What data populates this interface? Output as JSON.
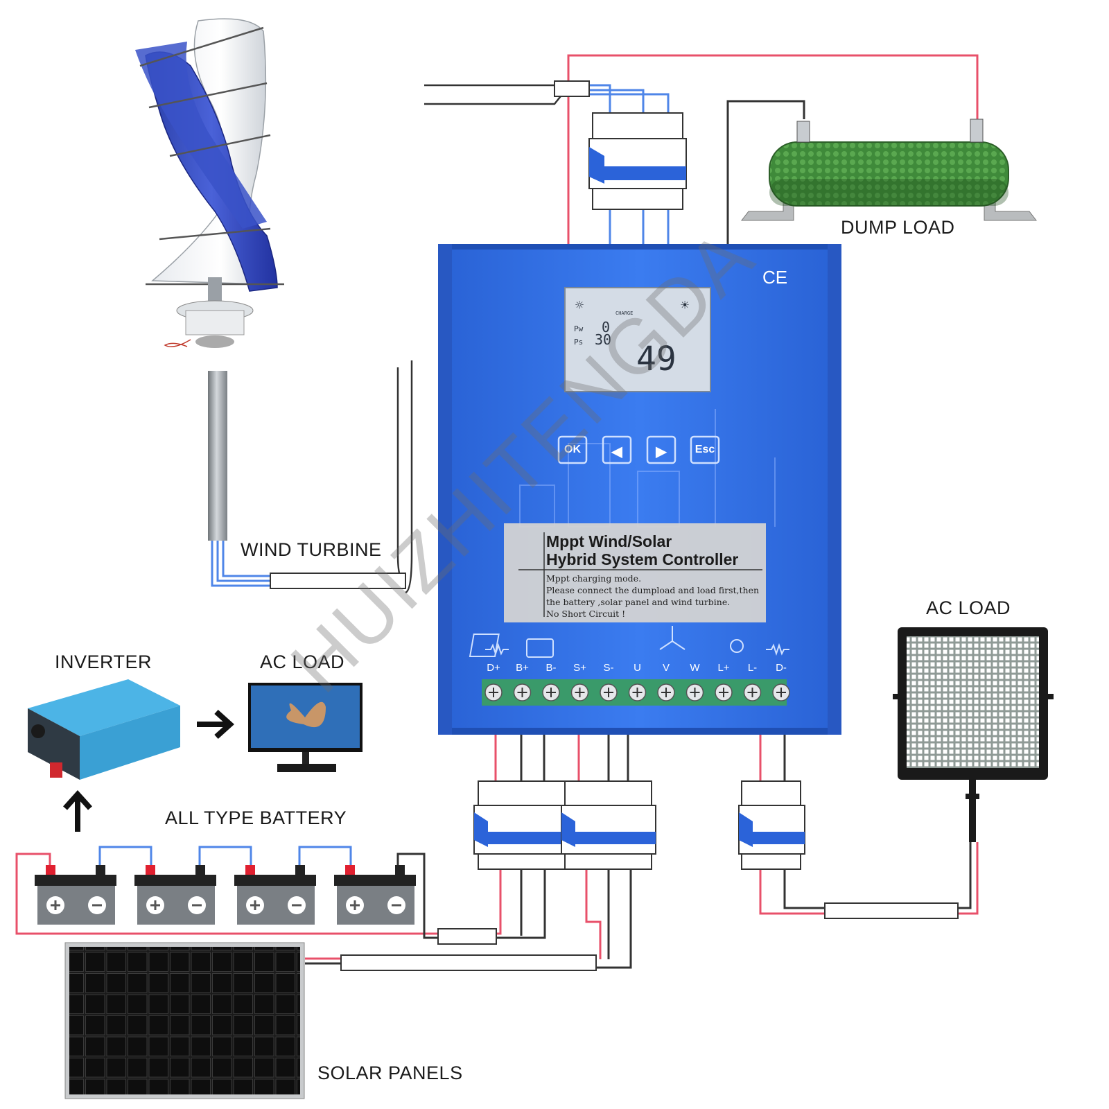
{
  "labels": {
    "wind_turbine": "WIND TURBINE",
    "dump_load": "DUMP LOAD",
    "inverter": "INVERTER",
    "ac_load_left": "AC LOAD",
    "ac_load_right": "AC LOAD",
    "battery": "ALL TYPE BATTERY",
    "solar_panels": "SOLAR PANELS"
  },
  "controller": {
    "title_line1": "Mppt Wind/Solar",
    "title_line2": "Hybrid System Controller",
    "notes": [
      "Mppt charging mode.",
      "Please connect the dumpload and load first,then",
      "the battery ,solar panel and wind turbine.",
      "No Short Circuit !"
    ],
    "ce_mark": "CE",
    "buttons": [
      "OK",
      "◀",
      "▶",
      "Esc"
    ],
    "terminals": [
      "D+",
      "B+",
      "B-",
      "S+",
      "S-",
      "U",
      "V",
      "W",
      "L+",
      "L-",
      "D-"
    ],
    "lcd": {
      "pw_label": "Pw",
      "pw_value": "0",
      "ps_label": "Ps",
      "ps_value": "30",
      "big_value": "49",
      "charge_text": "CHARGE"
    }
  },
  "watermark": "HUIZHITENGDA",
  "colors": {
    "controller_blue": "#2f6fe0",
    "wire_red": "#e8506a",
    "wire_blue": "#4f86e8",
    "wire_black": "#333333",
    "resistor_green": "#3f8a3a",
    "breaker_blue": "#2b63d9"
  }
}
